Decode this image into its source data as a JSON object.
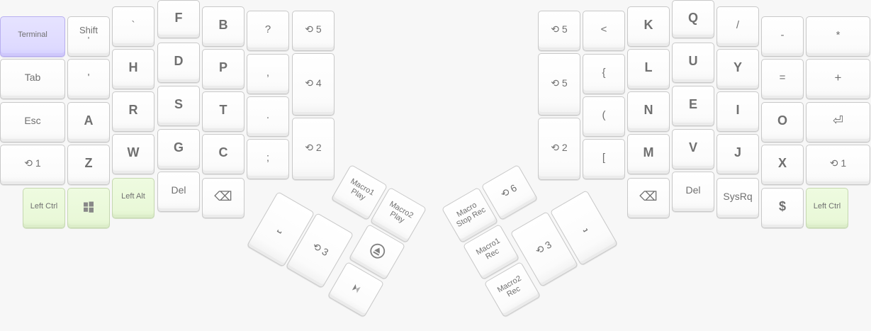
{
  "keyboard": {
    "left": {
      "col0": {
        "terminal": "Terminal",
        "tab": "Tab",
        "esc": "Esc",
        "layer1": "⟲ 1"
      },
      "col1": {
        "shift": "Shift\n'",
        "quote": "'",
        "a": "A",
        "z": "Z"
      },
      "col2": {
        "grave": "`",
        "h": "H",
        "r": "R",
        "w": "W"
      },
      "col3": {
        "f": "F",
        "d": "D",
        "s": "S",
        "g": "G",
        "del": "Del"
      },
      "col4": {
        "b": "B",
        "p": "P",
        "t": "T",
        "c": "C",
        "backspace": "⌫"
      },
      "col5": {
        "question": "?",
        "comma": ",",
        "period": ".",
        "semicolon": ";"
      },
      "col6": {
        "layer5": "⟲ 5",
        "layer4": "⟲ 4",
        "layer2": "⟲ 2"
      },
      "bottom": {
        "left_ctrl": "Left Ctrl",
        "left_alt": "Left Alt"
      },
      "thumb": {
        "macro1_play": "Macro1\nPlay",
        "macro2_play": "Macro2\nPlay",
        "space": "⎵",
        "layer3": "⟲ 3"
      }
    },
    "right": {
      "col0": {
        "layer5_top": "⟲ 5",
        "layer5_mid": "⟲ 5",
        "layer2": "⟲ 2"
      },
      "col1": {
        "lt": "<",
        "lbrace": "{",
        "lparen": "(",
        "lbracket": "["
      },
      "col2": {
        "k": "K",
        "l": "L",
        "n": "N",
        "m": "M",
        "backspace": "⌫"
      },
      "col3": {
        "q": "Q",
        "u": "U",
        "e": "E",
        "v": "V",
        "del": "Del"
      },
      "col4": {
        "slash": "/",
        "y": "Y",
        "i": "I",
        "j": "J",
        "sysrq": "SysRq"
      },
      "col5": {
        "minus": "-",
        "equals": "=",
        "o": "O",
        "x": "X",
        "dollar": "$"
      },
      "col6": {
        "asterisk": "*",
        "plus": "+",
        "enter": "⏎",
        "layer1": "⟲ 1",
        "left_ctrl": "Left Ctrl"
      },
      "thumb": {
        "macro_stop_rec": "Macro\nStop Rec",
        "layer6": "⟲ 6",
        "macro1_rec": "Macro1\nRec",
        "macro2_rec": "Macro2\nRec",
        "layer3": "⟲ 3",
        "space": "⎵"
      }
    }
  },
  "icons": {
    "windows_key": "windows-logo-icon",
    "eject_key": "eject-circle-icon",
    "brightness_key": "brightness-icon"
  },
  "colors": {
    "key_face": "#ffffff",
    "key_border": "#c8c8c8",
    "legend": "#707070",
    "highlight_green": "#e9f8d8",
    "highlight_purple": "#dedaff"
  }
}
